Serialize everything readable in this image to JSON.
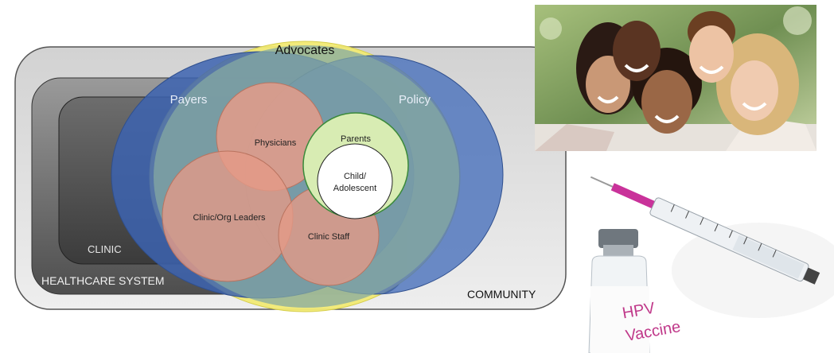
{
  "diagram": {
    "labels": {
      "advocates": "Advocates",
      "payers": "Payers",
      "policy": "Policy",
      "physicians": "Physicians",
      "parents": "Parents",
      "child_line1": "Child/",
      "child_line2": "Adolescent",
      "clinic_org_leaders": "Clinic/Org Leaders",
      "clinic_staff": "Clinic Staff",
      "clinic": "CLINIC",
      "healthcare_system": "HEALTHCARE SYSTEM",
      "community": "COMMUNITY"
    },
    "colors": {
      "community_fill": "#e3e3e3",
      "healthcare_fill": "#7a7a7a",
      "clinic_fill": "#5a5a5a",
      "payers_fill": "#3f67b3",
      "policy_fill": "#4a72bd",
      "advocates_fill": "#f2ec7a",
      "teal_fill": "#7fa3a0",
      "salmon_fill": "#e6a08f",
      "parents_fill": "#d6ebb0",
      "child_fill": "#ffffff"
    }
  },
  "photos": {
    "people_icon": "group-of-teens-photo",
    "vaccine_icon": "hpv-vaccine-syringe-photo",
    "vial_label_line1": "HPV",
    "vial_label_line2": "Vaccine"
  }
}
